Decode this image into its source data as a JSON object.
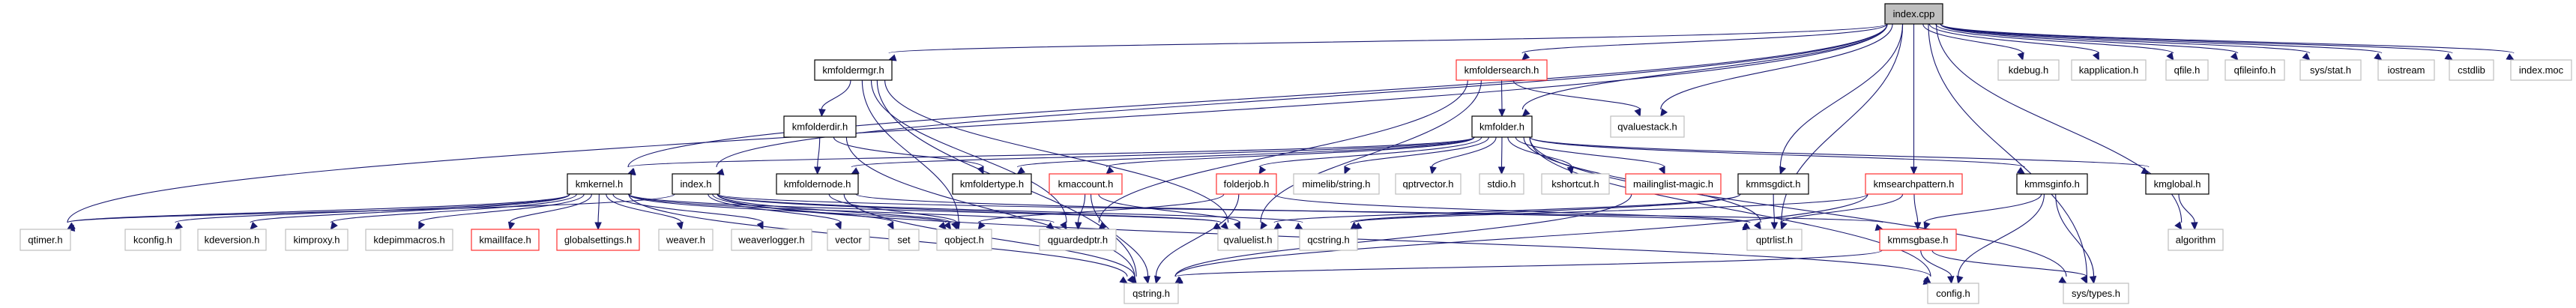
{
  "graph": {
    "title": "index.cpp include dependency graph",
    "colors": {
      "edge": "#191970",
      "root_fill": "#bfbfbf",
      "documented_border": "#000000",
      "incomplete_border": "#ff3030",
      "external_border": "#bfbfbf"
    },
    "nodes": [
      {
        "id": "index_cpp",
        "label": "index.cpp",
        "kind": "root"
      },
      {
        "id": "kmfoldermgr",
        "label": "kmfoldermgr.h",
        "kind": "doc"
      },
      {
        "id": "kmfoldersearch",
        "label": "kmfoldersearch.h",
        "kind": "warn"
      },
      {
        "id": "kdebug",
        "label": "kdebug.h",
        "kind": "ext"
      },
      {
        "id": "kapplication",
        "label": "kapplication.h",
        "kind": "ext"
      },
      {
        "id": "qfile",
        "label": "qfile.h",
        "kind": "ext"
      },
      {
        "id": "qfileinfo",
        "label": "qfileinfo.h",
        "kind": "ext"
      },
      {
        "id": "sysstat",
        "label": "sys/stat.h",
        "kind": "ext"
      },
      {
        "id": "iostream",
        "label": "iostream",
        "kind": "ext"
      },
      {
        "id": "cstdlib",
        "label": "cstdlib",
        "kind": "ext"
      },
      {
        "id": "indexmoc",
        "label": "index.moc",
        "kind": "ext"
      },
      {
        "id": "kmfolderdir",
        "label": "kmfolderdir.h",
        "kind": "doc"
      },
      {
        "id": "kmfolder",
        "label": "kmfolder.h",
        "kind": "doc"
      },
      {
        "id": "qvaluestack",
        "label": "qvaluestack.h",
        "kind": "ext"
      },
      {
        "id": "kmkernel",
        "label": "kmkernel.h",
        "kind": "doc"
      },
      {
        "id": "index_h",
        "label": "index.h",
        "kind": "doc"
      },
      {
        "id": "kmfoldernode",
        "label": "kmfoldernode.h",
        "kind": "doc"
      },
      {
        "id": "kmfoldertype",
        "label": "kmfoldertype.h",
        "kind": "doc"
      },
      {
        "id": "kmaccount",
        "label": "kmaccount.h",
        "kind": "warn"
      },
      {
        "id": "folderjob",
        "label": "folderjob.h",
        "kind": "warn"
      },
      {
        "id": "mimelibstring",
        "label": "mimelib/string.h",
        "kind": "ext"
      },
      {
        "id": "qptrvector",
        "label": "qptrvector.h",
        "kind": "ext"
      },
      {
        "id": "stdio",
        "label": "stdio.h",
        "kind": "ext"
      },
      {
        "id": "kshortcut",
        "label": "kshortcut.h",
        "kind": "ext"
      },
      {
        "id": "mailinglist",
        "label": "mailinglist-magic.h",
        "kind": "warn"
      },
      {
        "id": "kmmsgdict",
        "label": "kmmsgdict.h",
        "kind": "doc"
      },
      {
        "id": "kmsearchpattern",
        "label": "kmsearchpattern.h",
        "kind": "warn"
      },
      {
        "id": "kmmsginfo",
        "label": "kmmsginfo.h",
        "kind": "doc"
      },
      {
        "id": "kmglobal",
        "label": "kmglobal.h",
        "kind": "doc"
      },
      {
        "id": "qtimer",
        "label": "qtimer.h",
        "kind": "ext"
      },
      {
        "id": "kconfig",
        "label": "kconfig.h",
        "kind": "ext"
      },
      {
        "id": "kdeversion",
        "label": "kdeversion.h",
        "kind": "ext"
      },
      {
        "id": "kimproxy",
        "label": "kimproxy.h",
        "kind": "ext"
      },
      {
        "id": "kdepimmacros",
        "label": "kdepimmacros.h",
        "kind": "ext"
      },
      {
        "id": "kmailiface",
        "label": "kmailIface.h",
        "kind": "warn"
      },
      {
        "id": "globalsettings",
        "label": "globalsettings.h",
        "kind": "warn"
      },
      {
        "id": "weaver",
        "label": "weaver.h",
        "kind": "ext"
      },
      {
        "id": "weaverlogger",
        "label": "weaverlogger.h",
        "kind": "ext"
      },
      {
        "id": "vector",
        "label": "vector",
        "kind": "ext"
      },
      {
        "id": "set",
        "label": "set",
        "kind": "ext"
      },
      {
        "id": "qobject",
        "label": "qobject.h",
        "kind": "ext"
      },
      {
        "id": "qguardedptr",
        "label": "qguardedptr.h",
        "kind": "ext"
      },
      {
        "id": "qvaluelist",
        "label": "qvaluelist.h",
        "kind": "ext"
      },
      {
        "id": "qcstring",
        "label": "qcstring.h",
        "kind": "ext"
      },
      {
        "id": "qptrlist",
        "label": "qptrlist.h",
        "kind": "ext"
      },
      {
        "id": "kmmsgbase",
        "label": "kmmsgbase.h",
        "kind": "warn"
      },
      {
        "id": "algorithm",
        "label": "algorithm",
        "kind": "ext"
      },
      {
        "id": "qstring",
        "label": "qstring.h",
        "kind": "ext"
      },
      {
        "id": "config",
        "label": "config.h",
        "kind": "ext"
      },
      {
        "id": "systypes",
        "label": "sys/types.h",
        "kind": "ext"
      }
    ],
    "edges": [
      [
        "index_cpp",
        "kmfoldermgr"
      ],
      [
        "index_cpp",
        "kmfoldersearch"
      ],
      [
        "index_cpp",
        "kdebug"
      ],
      [
        "index_cpp",
        "kapplication"
      ],
      [
        "index_cpp",
        "qfile"
      ],
      [
        "index_cpp",
        "qfileinfo"
      ],
      [
        "index_cpp",
        "sysstat"
      ],
      [
        "index_cpp",
        "iostream"
      ],
      [
        "index_cpp",
        "cstdlib"
      ],
      [
        "index_cpp",
        "indexmoc"
      ],
      [
        "index_cpp",
        "kmfolder"
      ],
      [
        "index_cpp",
        "qvaluestack"
      ],
      [
        "index_cpp",
        "kmkernel"
      ],
      [
        "index_cpp",
        "index_h"
      ],
      [
        "index_cpp",
        "kmmsgdict"
      ],
      [
        "index_cpp",
        "kmsearchpattern"
      ],
      [
        "index_cpp",
        "qtimer"
      ],
      [
        "index_cpp",
        "qptrlist"
      ],
      [
        "index_cpp",
        "algorithm"
      ],
      [
        "index_cpp",
        "systypes"
      ],
      [
        "kmfoldermgr",
        "kmfolderdir"
      ],
      [
        "kmfoldermgr",
        "qstring"
      ],
      [
        "kmfoldermgr",
        "qvaluelist"
      ],
      [
        "kmfoldermgr",
        "qobject"
      ],
      [
        "kmfoldermgr",
        "qguardedptr"
      ],
      [
        "kmfoldersearch",
        "kmfolder"
      ],
      [
        "kmfoldersearch",
        "qvaluestack"
      ],
      [
        "kmfoldersearch",
        "qvaluelist"
      ],
      [
        "kmfoldersearch",
        "qguardedptr"
      ],
      [
        "kmfolderdir",
        "kmfoldernode"
      ],
      [
        "kmfolderdir",
        "kmfoldertype"
      ],
      [
        "kmfolderdir",
        "qstring"
      ],
      [
        "kmfolder",
        "kmkernel"
      ],
      [
        "kmfolder",
        "kmfoldernode"
      ],
      [
        "kmfolder",
        "kmfoldertype"
      ],
      [
        "kmfolder",
        "kmaccount"
      ],
      [
        "kmfolder",
        "folderjob"
      ],
      [
        "kmfolder",
        "mimelibstring"
      ],
      [
        "kmfolder",
        "qptrvector"
      ],
      [
        "kmfolder",
        "stdio"
      ],
      [
        "kmfolder",
        "kshortcut"
      ],
      [
        "kmfolder",
        "mailinglist"
      ],
      [
        "kmfolder",
        "kmmsginfo"
      ],
      [
        "kmfolder",
        "kmglobal"
      ],
      [
        "kmfolder",
        "config"
      ],
      [
        "kmfolder",
        "systypes"
      ],
      [
        "kmfolder",
        "qptrlist"
      ],
      [
        "kmkernel",
        "qtimer"
      ],
      [
        "kmkernel",
        "kconfig"
      ],
      [
        "kmkernel",
        "kdeversion"
      ],
      [
        "kmkernel",
        "kimproxy"
      ],
      [
        "kmkernel",
        "kdepimmacros"
      ],
      [
        "kmkernel",
        "kmailiface"
      ],
      [
        "kmkernel",
        "globalsettings"
      ],
      [
        "kmkernel",
        "weaver"
      ],
      [
        "kmkernel",
        "weaverlogger"
      ],
      [
        "kmkernel",
        "qobject"
      ],
      [
        "kmkernel",
        "qguardedptr"
      ],
      [
        "kmkernel",
        "qstring"
      ],
      [
        "kmkernel",
        "qvaluelist"
      ],
      [
        "index_h",
        "qtimer"
      ],
      [
        "index_h",
        "vector"
      ],
      [
        "index_h",
        "set"
      ],
      [
        "index_h",
        "qobject"
      ],
      [
        "index_h",
        "qvaluelist"
      ],
      [
        "index_h",
        "qcstring"
      ],
      [
        "index_h",
        "kmmsgbase"
      ],
      [
        "index_h",
        "config"
      ],
      [
        "kmfoldernode",
        "qobject"
      ],
      [
        "kmfoldernode",
        "qstring"
      ],
      [
        "kmfoldernode",
        "qptrlist"
      ],
      [
        "kmaccount",
        "qguardedptr"
      ],
      [
        "kmaccount",
        "qstring"
      ],
      [
        "kmaccount",
        "qvaluelist"
      ],
      [
        "folderjob",
        "qobject"
      ],
      [
        "folderjob",
        "qptrlist"
      ],
      [
        "folderjob",
        "qstring"
      ],
      [
        "mailinglist",
        "qstring"
      ],
      [
        "kmmsgdict",
        "qptrlist"
      ],
      [
        "kmmsgdict",
        "qcstring"
      ],
      [
        "kmmsgdict",
        "qvaluelist"
      ],
      [
        "kmsearchpattern",
        "kmmsgbase"
      ],
      [
        "kmsearchpattern",
        "qptrlist"
      ],
      [
        "kmsearchpattern",
        "qcstring"
      ],
      [
        "kmsearchpattern",
        "qstring"
      ],
      [
        "kmmsginfo",
        "kmmsgbase"
      ],
      [
        "kmmsginfo",
        "config"
      ],
      [
        "kmmsginfo",
        "systypes"
      ],
      [
        "kmglobal",
        "algorithm"
      ],
      [
        "kmmsgbase",
        "config"
      ],
      [
        "kmmsgbase",
        "systypes"
      ],
      [
        "kmmsgbase",
        "qstring"
      ]
    ]
  }
}
